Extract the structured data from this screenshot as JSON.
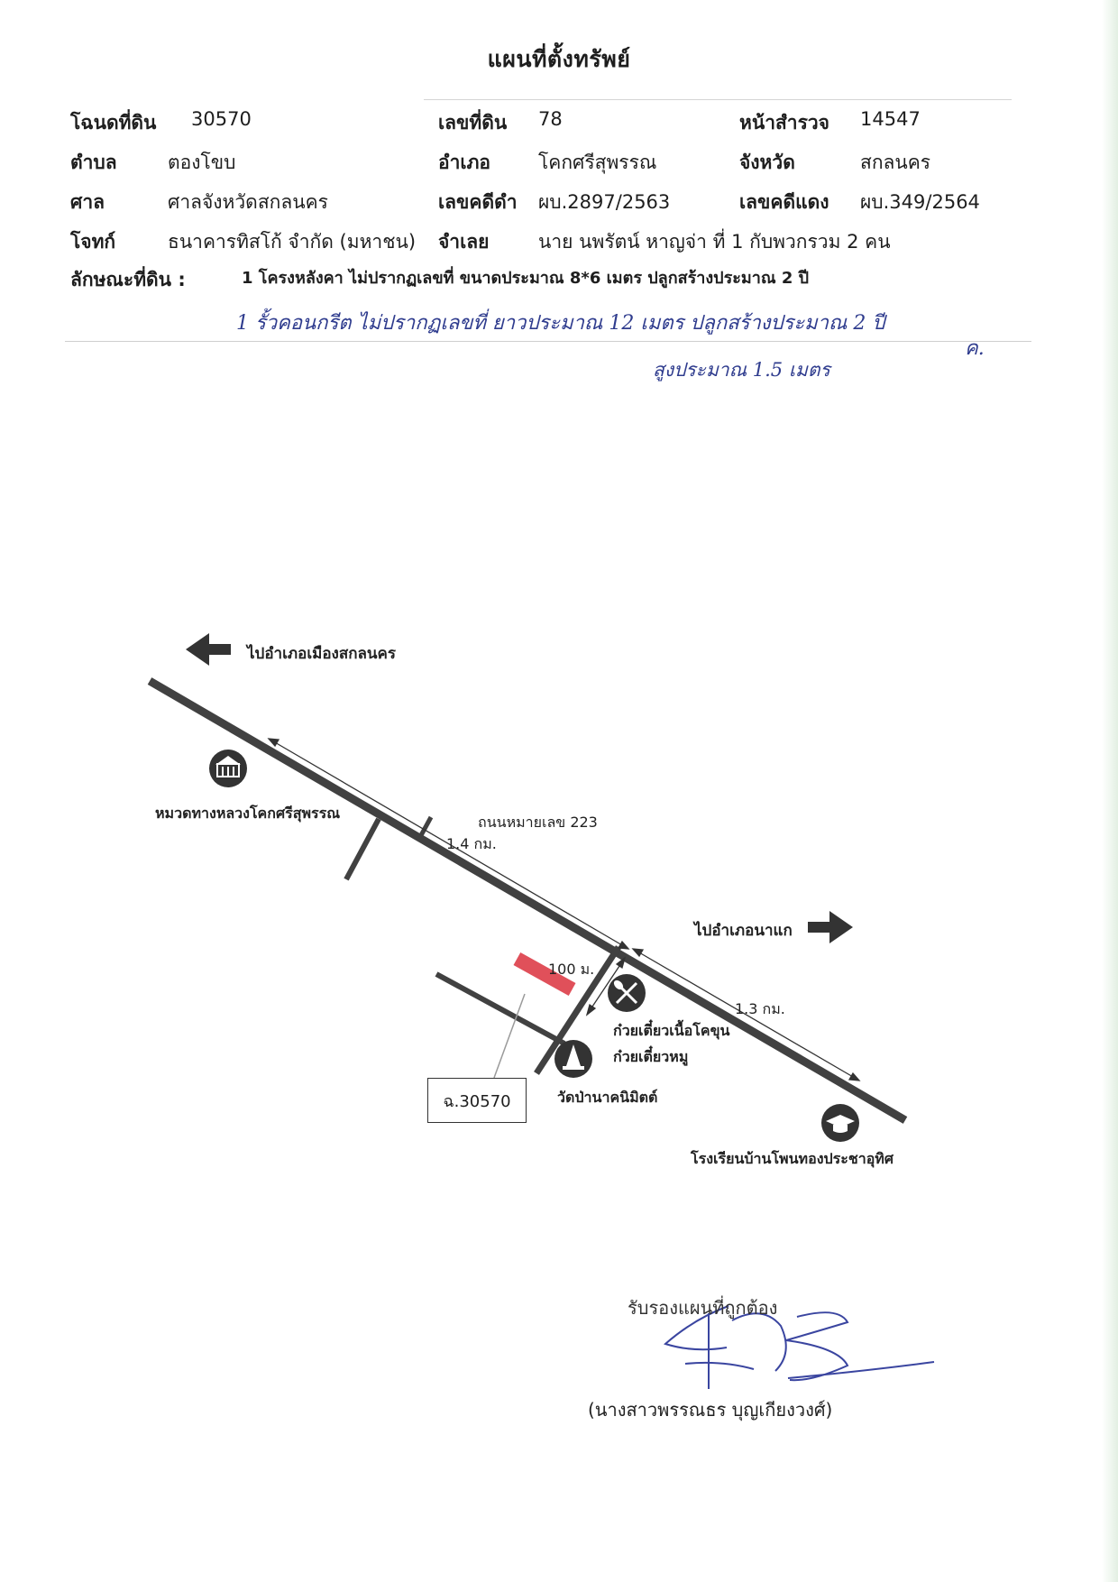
{
  "title": "แผนที่ตั้งทรัพย์",
  "fields": {
    "deed_label": "โฉนดที่ดิน",
    "deed_value": "30570",
    "land_no_label": "เลขที่ดิน",
    "land_no_value": "78",
    "survey_label": "หน้าสำรวจ",
    "survey_value": "14547",
    "subdistrict_label": "ตำบล",
    "subdistrict_value": "ตองโขบ",
    "district_label": "อำเภอ",
    "district_value": "โคกศรีสุพรรณ",
    "province_label": "จังหวัด",
    "province_value": "สกลนคร",
    "court_label": "ศาล",
    "court_value": "ศาลจังหวัดสกลนคร",
    "black_case_label": "เลขคดีดำ",
    "black_case_value": "ผบ.2897/2563",
    "red_case_label": "เลขคดีแดง",
    "red_case_value": "ผบ.349/2564",
    "plaintiff_label": "โจทก์",
    "plaintiff_value": "ธนาคารทิสโก้ จำกัด (มหาชน)",
    "defendant_label": "จำเลย",
    "defendant_value": "นาย นพรัตน์ หาญจ่า  ที่ 1  กับพวกรวม 2 คน"
  },
  "land_description_label": "ลักษณะที่ดิน :",
  "land_description": "1 โครงหลังคา ไม่ปรากฏเลขที่ ขนาดประมาณ 8*6 เมตร ปลูกสร้างประมาณ 2 ปี",
  "handwritten": {
    "line1": "1  รั้วคอนกรีต ไม่ปรากฏเลขที่  ยาวประมาณ 12 เมตร  ปลูกสร้างประมาณ  2 ปี",
    "line2": "สูงประมาณ  1.5  เมตร",
    "initial": "ค."
  },
  "map": {
    "to_city_label": "ไปอำเภอเมืองสกลนคร",
    "to_nakae_label": "ไปอำเภอนาแก",
    "highway_office_label": "หมวดทางหลวงโคกศรีสุพรรณ",
    "road_label": "ถนนหมายเลข 223",
    "distance_1": "1.4 กม.",
    "distance_2": "1.3 กม.",
    "distance_3": "100 ม.",
    "restaurant_1": "ก๋วยเตี๋ยวเนื้อโคขุน",
    "restaurant_2": "ก๋วยเตี๋ยวหมู",
    "temple_label": "วัดป่านาคนิมิตต์",
    "school_label": "โรงเรียนบ้านโพนทองประชาอุทิศ",
    "parcel_label": "ฉ.30570",
    "road_color": "#414141",
    "parcel_color": "#e0505a"
  },
  "certification": "รับรองแผนที่ถูกต้อง",
  "signer": "(นางสาวพรรณธร บุญเกียงวงศ์)"
}
